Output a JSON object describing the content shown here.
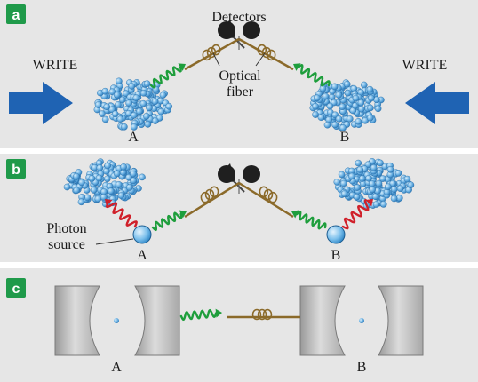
{
  "colors": {
    "panel_bg": "#e6e6e6",
    "divider": "#ffffff",
    "tag_bg": "#1f9a4a",
    "fiber": "#8b6a2a",
    "photon_green": "#1e9e3c",
    "photon_red": "#d0202a",
    "arrow_blue": "#1f63b3",
    "atom_blue": "#5aa8df",
    "cavity_gray": "#bdbdbd"
  },
  "panels": {
    "a": {
      "tag": "a",
      "detectors_label": "Detectors",
      "write_left": "WRITE",
      "write_right": "WRITE",
      "optical_line1": "Optical",
      "optical_line2": "fiber",
      "node_a": "A",
      "node_b": "B"
    },
    "b": {
      "tag": "b",
      "photon_line1": "Photon",
      "photon_line2": "source",
      "node_a": "A",
      "node_b": "B"
    },
    "c": {
      "tag": "c",
      "node_a": "A",
      "node_b": "B"
    }
  },
  "icons": [
    "detector-icon",
    "fiber-coil-icon",
    "photon-wave-icon",
    "write-arrow-icon",
    "atom-cloud-icon",
    "photon-source-icon",
    "mirror-cavity-icon"
  ]
}
